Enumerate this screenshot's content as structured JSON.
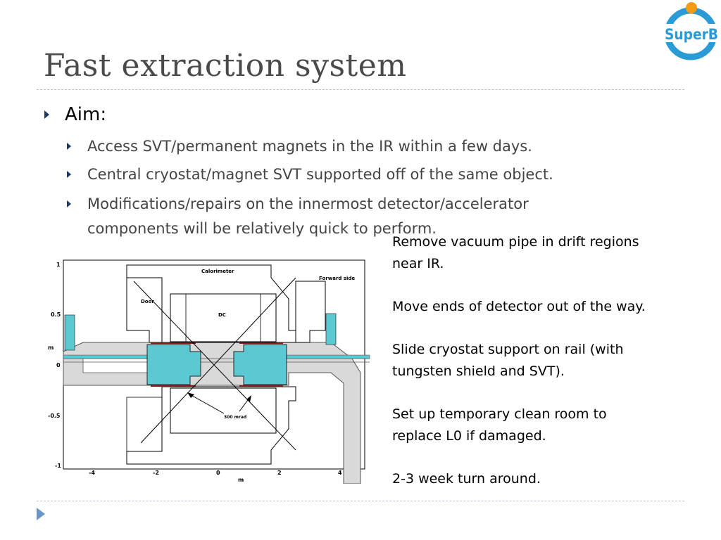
{
  "slide": {
    "title": "Fast extraction system",
    "logo_text": "SuperB",
    "aim": {
      "label": "Aim:",
      "items": [
        "Access SVT/permanent magnets in the IR within a few days.",
        "Central cryostat/magnet SVT supported off of the same object.",
        "Modifications/repairs on the innermost detector/accelerator",
        "components will be relatively quick to perform."
      ]
    },
    "notes": [
      "Remove vacuum pipe in drift regions",
      "near IR.",
      "Move ends of detector out of the way.",
      "Slide cryostat support on rail (with",
      "tungsten shield and SVT).",
      "Set up temporary clean room to",
      "replace L0 if damaged.",
      "2-3 week turn around."
    ]
  },
  "diagram": {
    "labels": {
      "calorimeter": "Calorimeter",
      "forward": "Forward side",
      "door": "Door",
      "dc": "DC",
      "mrad": "300 mrad"
    },
    "y_axis": {
      "label": "m",
      "ticks": [
        "1",
        "0.5",
        "0",
        "-0.5",
        "-1"
      ]
    },
    "x_axis": {
      "label": "m",
      "ticks": [
        "-4",
        "-2",
        "0",
        "2",
        "4"
      ]
    }
  },
  "colors": {
    "title": "#4a4a4a",
    "accent_bullet": "#1f3864",
    "magnet": "#5bc8d2",
    "support_gray": "#d9d9d9",
    "logo_blue": "#2b9bd7",
    "logo_orange": "#f39c12"
  }
}
